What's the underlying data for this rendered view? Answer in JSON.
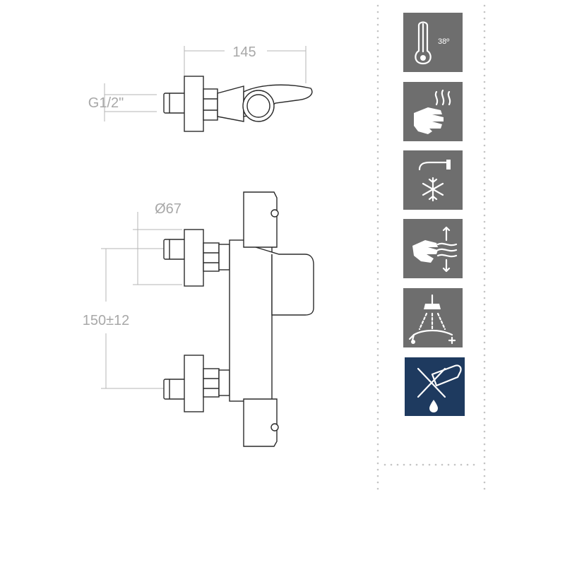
{
  "dimensions": {
    "width_label": "145",
    "thread_label": "G1/2\"",
    "diameter_label": "Ø67",
    "spacing_label": "150±12"
  },
  "feature_icons": [
    {
      "name": "thermometer-icon",
      "label": "38º"
    },
    {
      "name": "hot-water-hand-icon"
    },
    {
      "name": "cold-spout-snowflake-icon"
    },
    {
      "name": "hand-water-flow-icon"
    },
    {
      "name": "shower-hot-cold-icon"
    },
    {
      "name": "no-limescale-icon"
    }
  ],
  "colors": {
    "icon_grey": "#6e6e6e",
    "icon_highlight": "#1e3a5f",
    "dimension_text": "#a8a8a8",
    "dotted_border": "#c4c4c4"
  }
}
